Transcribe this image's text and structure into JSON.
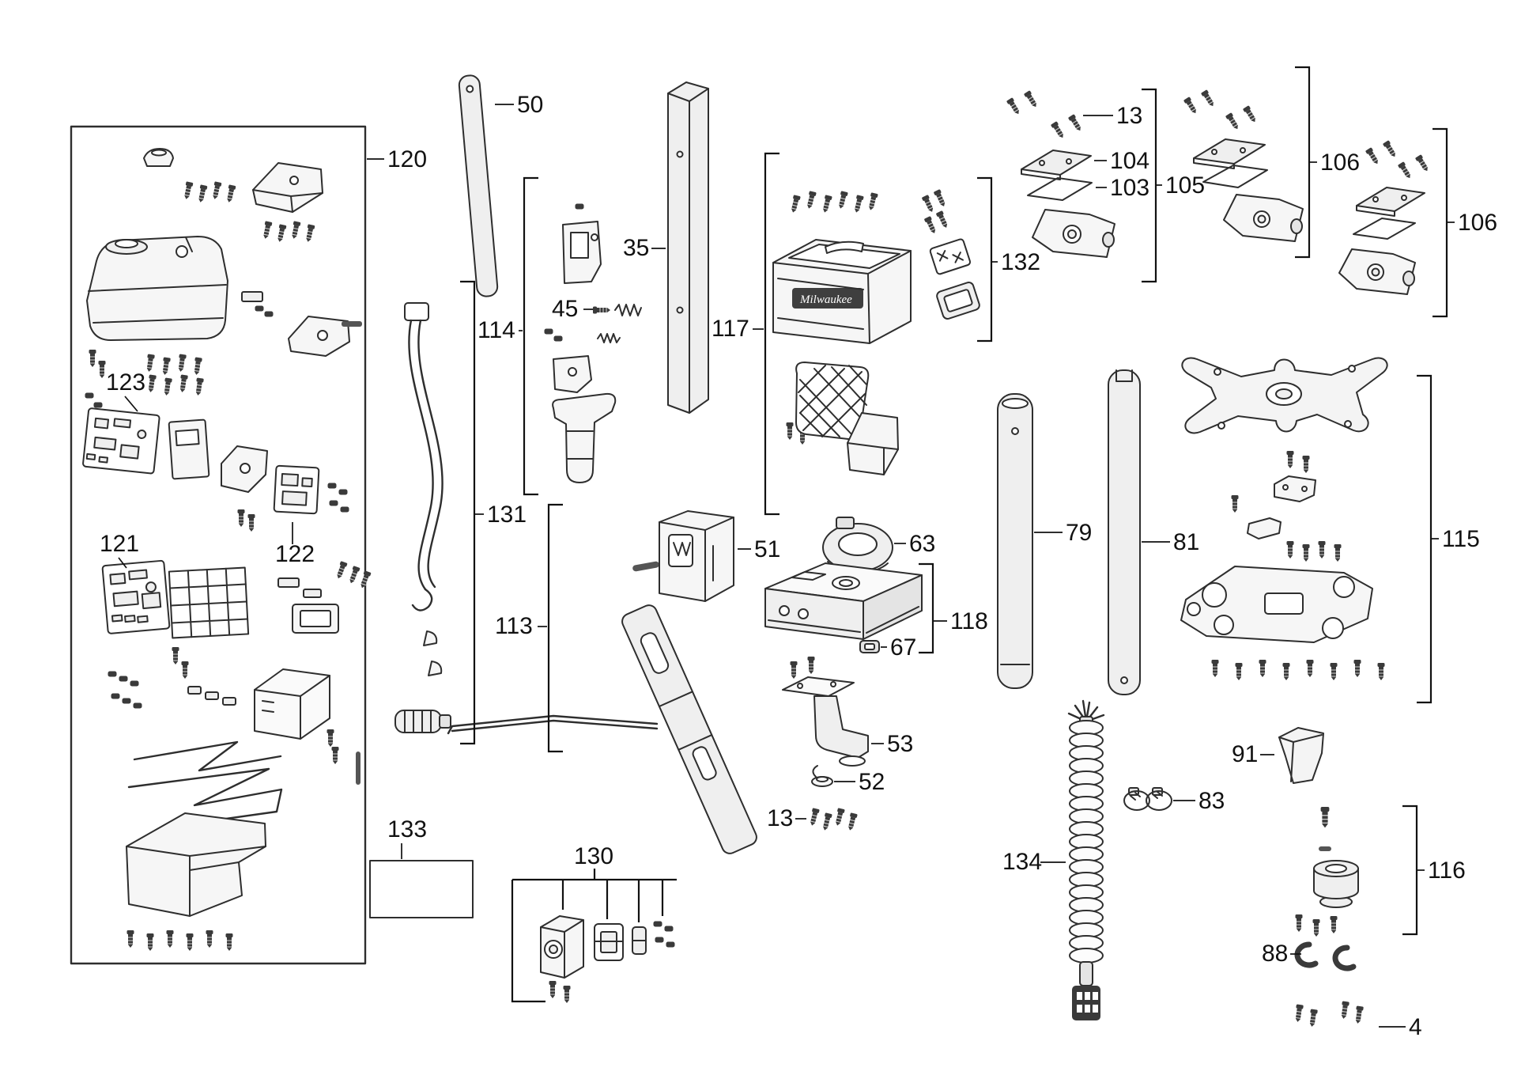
{
  "diagram": {
    "battery_box_brand": "Milwaukee",
    "callouts": [
      {
        "ref": "120"
      },
      {
        "ref": "50"
      },
      {
        "ref": "35"
      },
      {
        "ref": "114"
      },
      {
        "ref": "45"
      },
      {
        "ref": "123"
      },
      {
        "ref": "121"
      },
      {
        "ref": "122"
      },
      {
        "ref": "131"
      },
      {
        "ref": "113"
      },
      {
        "ref": "51"
      },
      {
        "ref": "63"
      },
      {
        "ref": "117"
      },
      {
        "ref": "118"
      },
      {
        "ref": "67"
      },
      {
        "ref": "132"
      },
      {
        "ref": "13"
      },
      {
        "ref": "104"
      },
      {
        "ref": "103"
      },
      {
        "ref": "105"
      },
      {
        "ref": "106"
      },
      {
        "ref": "106"
      },
      {
        "ref": "79"
      },
      {
        "ref": "81"
      },
      {
        "ref": "115"
      },
      {
        "ref": "53"
      },
      {
        "ref": "52"
      },
      {
        "ref": "13"
      },
      {
        "ref": "91"
      },
      {
        "ref": "83"
      },
      {
        "ref": "116"
      },
      {
        "ref": "134"
      },
      {
        "ref": "88"
      },
      {
        "ref": "4"
      },
      {
        "ref": "133"
      },
      {
        "ref": "130"
      }
    ]
  }
}
